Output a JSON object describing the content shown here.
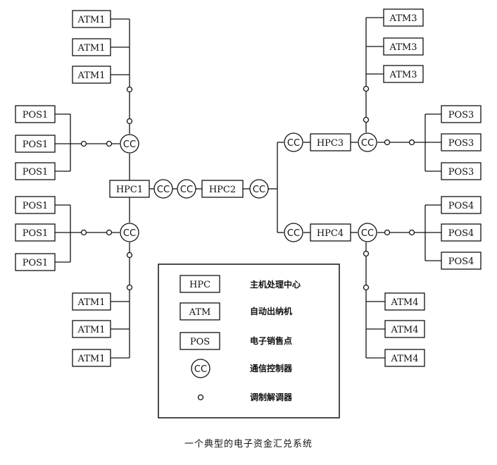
{
  "labels": {
    "atm1": "ATM1",
    "atm3": "ATM3",
    "atm4": "ATM4",
    "pos1": "POS1",
    "pos3": "POS3",
    "pos4": "POS4",
    "hpc1": "HPC1",
    "hpc2": "HPC2",
    "hpc3": "HPC3",
    "hpc4": "HPC4",
    "cc": "CC"
  },
  "legend": {
    "items": [
      {
        "symbol": "HPC",
        "label": "主机处理中心"
      },
      {
        "symbol": "ATM",
        "label": "自动出纳机"
      },
      {
        "symbol": "POS",
        "label": "电子销售点"
      },
      {
        "symbol": "CC",
        "label": "通信控制器"
      },
      {
        "symbol": "",
        "label": "调制解调器"
      }
    ]
  },
  "caption": "一个典型的电子资金汇兑系统"
}
